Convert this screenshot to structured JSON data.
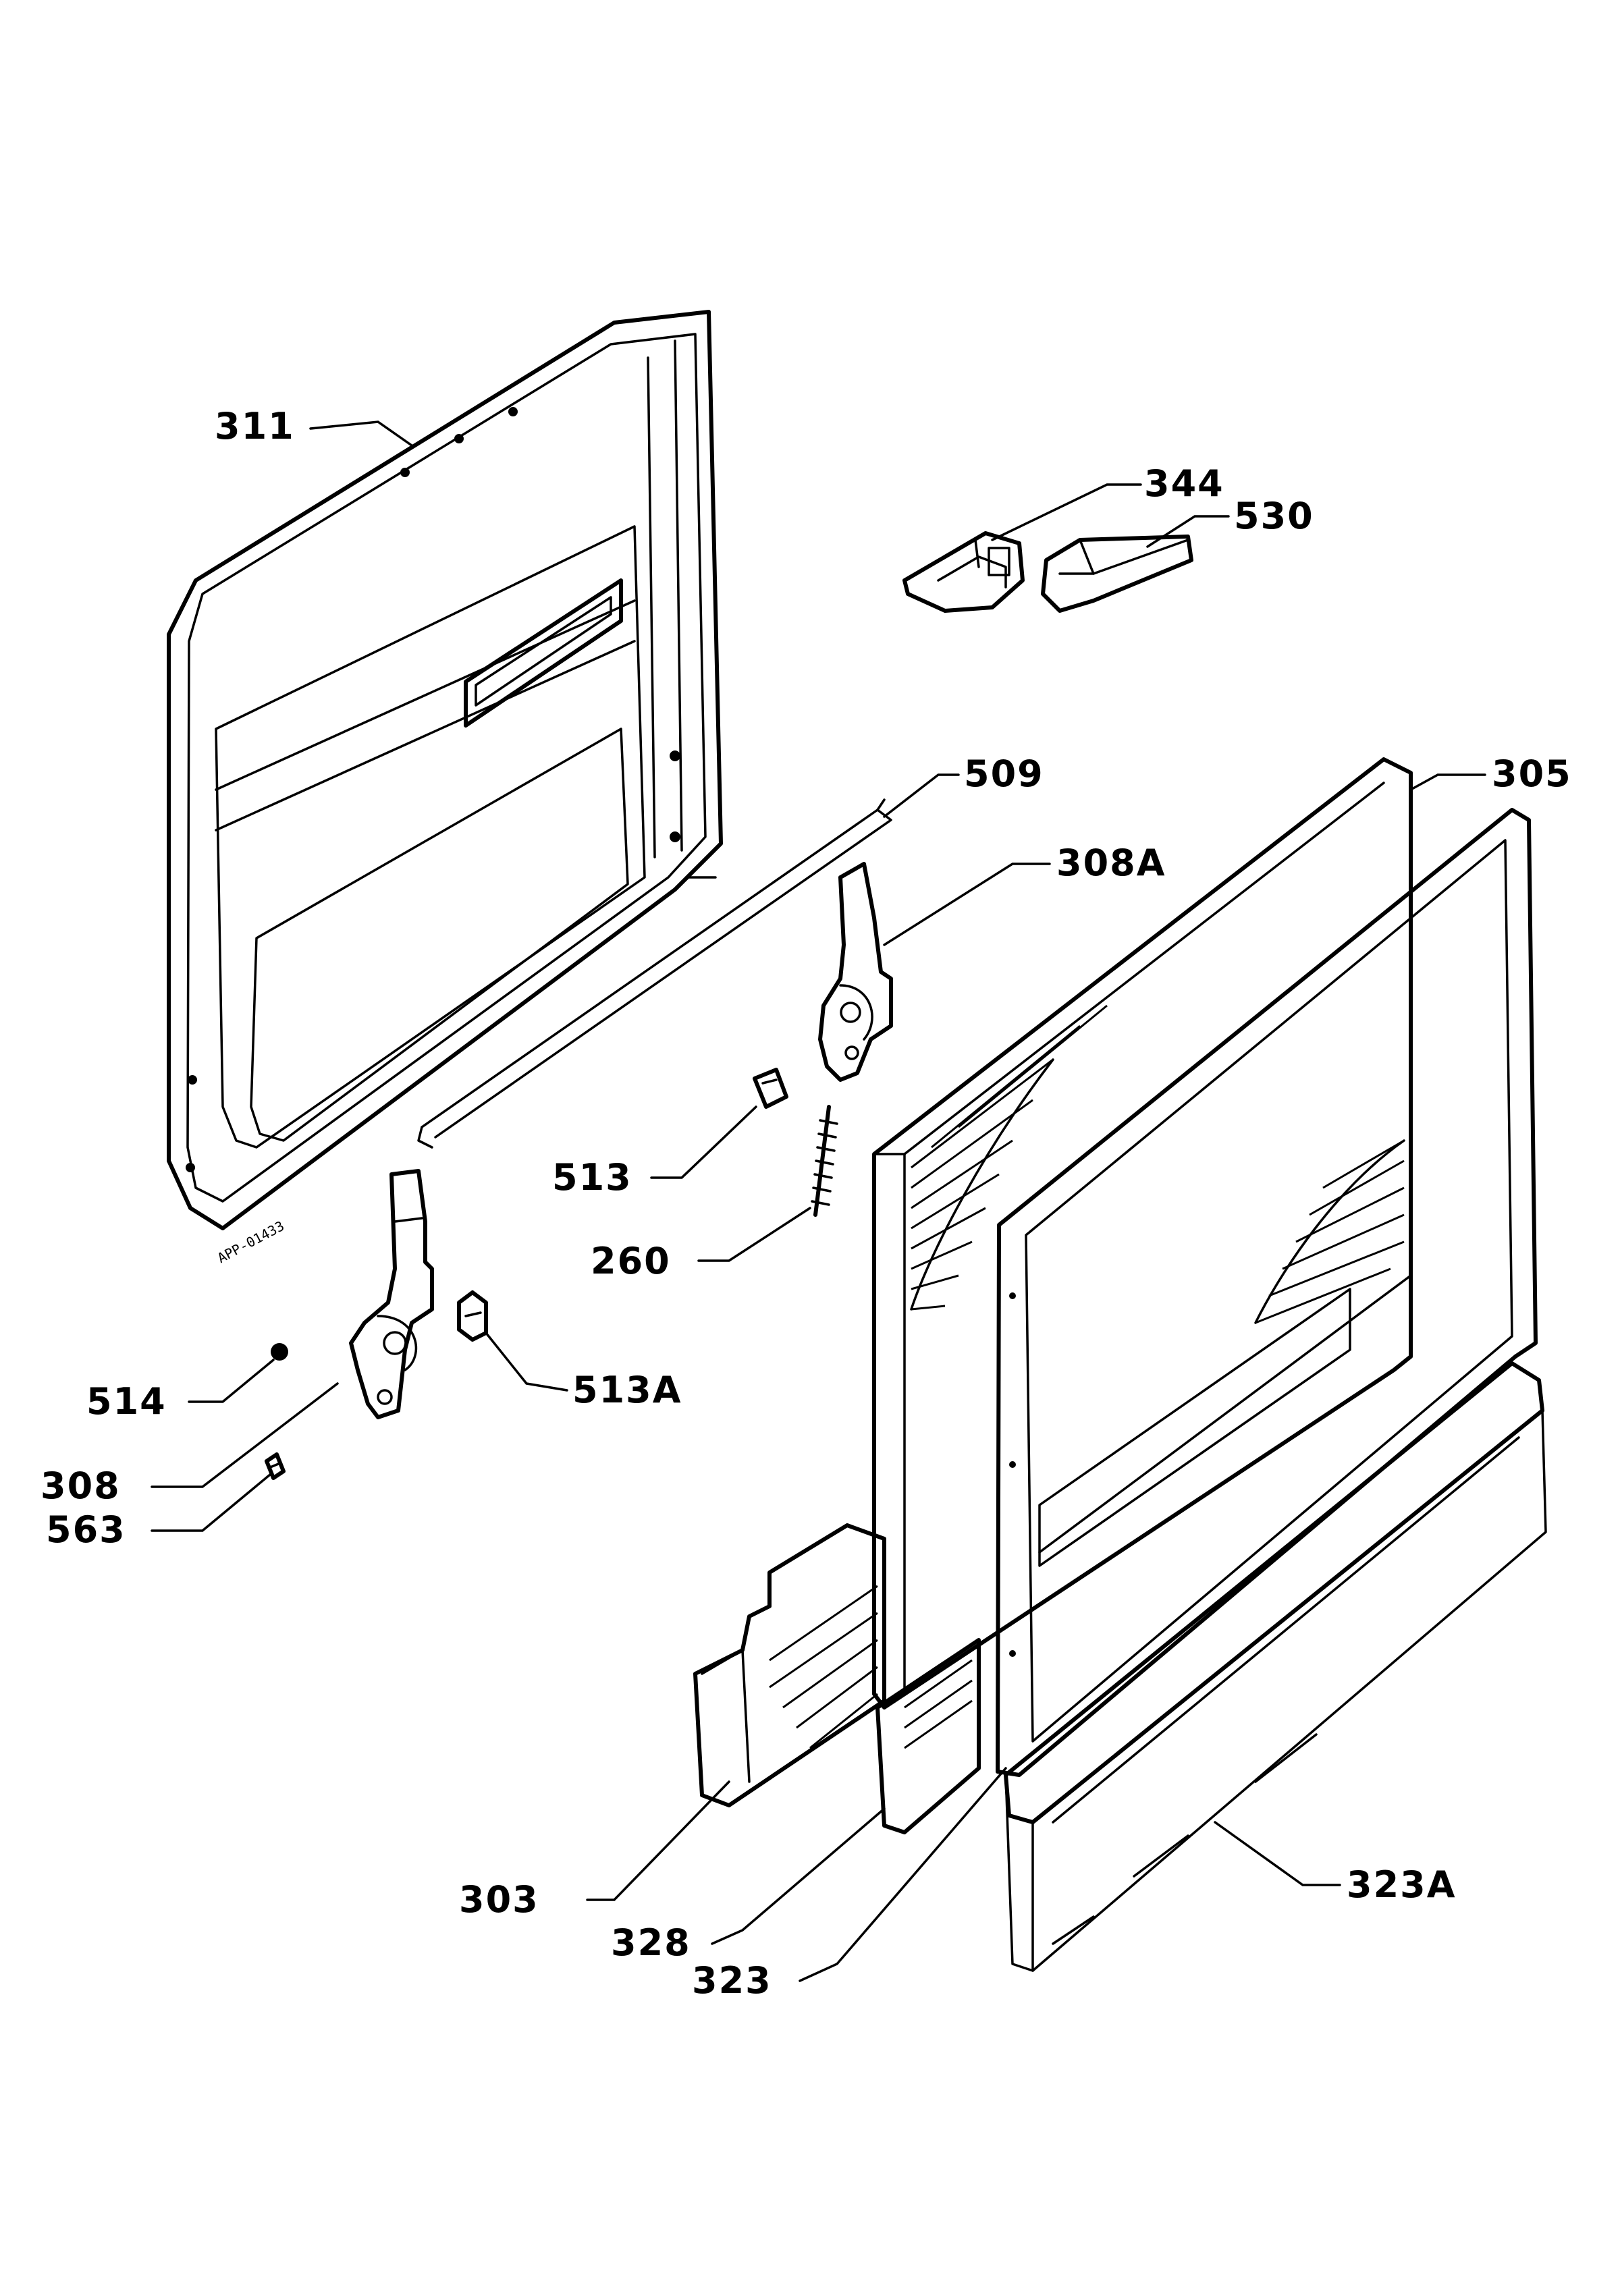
{
  "drawing_id": "APP-01433",
  "callouts": {
    "c311": "311",
    "c344": "344",
    "c530": "530",
    "c509": "509",
    "c305": "305",
    "c308A": "308A",
    "c513": "513",
    "c260": "260",
    "c513A": "513A",
    "c514": "514",
    "c308": "308",
    "c563": "563",
    "c303": "303",
    "c328": "328",
    "c323": "323",
    "c323A": "323A"
  }
}
